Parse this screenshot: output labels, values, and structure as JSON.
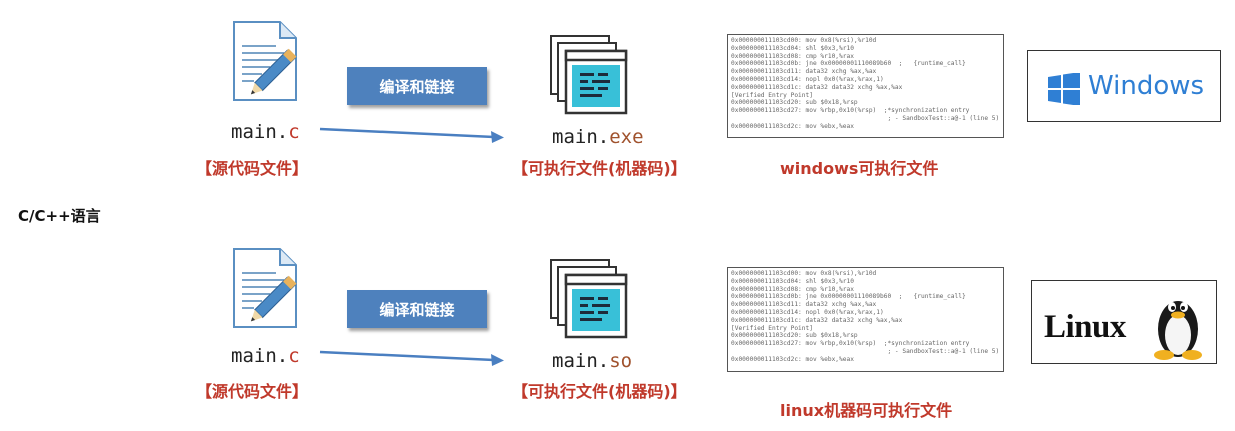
{
  "language_label": "C/C++语言",
  "rows": [
    {
      "source_file": {
        "base": "main.",
        "ext": "c"
      },
      "source_label": "【源代码文件】",
      "step_label": "编译和链接",
      "exe_file": {
        "base": "main.",
        "ext": "exe"
      },
      "exe_label": "【可执行文件(机器码)】",
      "asm_lines": [
        "0x000000011103cd00: mov 0x8(%rsi),%r10d",
        "0x000000011103cd04: shl $0x3,%r10",
        "0x000000011103cd08: cmp %r10,%rax",
        "0x000000011103cd0b: jne 0x00000001110089b60  ;   {runtime_call}",
        "0x000000011103cd11: data32 xchg %ax,%ax",
        "0x000000011103cd14: nopl 0x0(%rax,%rax,1)",
        "0x000000011103cd1c: data32 data32 xchg %ax,%ax",
        "[Verified Entry Point]",
        "0x000000011103cd20: sub $0x18,%rsp",
        "0x000000011103cd27: mov %rbp,0x10(%rsp)  ;*synchronization entry",
        "                                          ; - SandboxTest::a@-1 (line 5)",
        "0x000000011103cd2c: mov %ebx,%eax"
      ],
      "platform_label": "windows可执行文件",
      "logo_text": "Windows"
    },
    {
      "source_file": {
        "base": "main.",
        "ext": "c"
      },
      "source_label": "【源代码文件】",
      "step_label": "编译和链接",
      "exe_file": {
        "base": "main.",
        "ext": "so"
      },
      "exe_label": "【可执行文件(机器码)】",
      "asm_lines": [
        "0x000000011103cd00: mov 0x8(%rsi),%r10d",
        "0x000000011103cd04: shl $0x3,%r10",
        "0x000000011103cd08: cmp %r10,%rax",
        "0x000000011103cd0b: jne 0x00000001110089b60  ;   {runtime_call}",
        "0x000000011103cd11: data32 xchg %ax,%ax",
        "0x000000011103cd14: nopl 0x0(%rax,%rax,1)",
        "0x000000011103cd1c: data32 data32 xchg %ax,%ax",
        "[Verified Entry Point]",
        "0x000000011103cd20: sub $0x18,%rsp",
        "0x000000011103cd27: mov %rbp,0x10(%rsp)  ;*synchronization entry",
        "                                          ; - SandboxTest::a@-1 (line 5)",
        "0x000000011103cd2c: mov %ebx,%eax"
      ],
      "platform_label": "linux机器码可执行文件",
      "logo_text": "Linux"
    }
  ],
  "colors": {
    "accent_red": "#c0392b",
    "step_blue": "#4e81bd",
    "arrow_blue": "#4a7fc1",
    "windows_blue": "#2f7fd4"
  }
}
